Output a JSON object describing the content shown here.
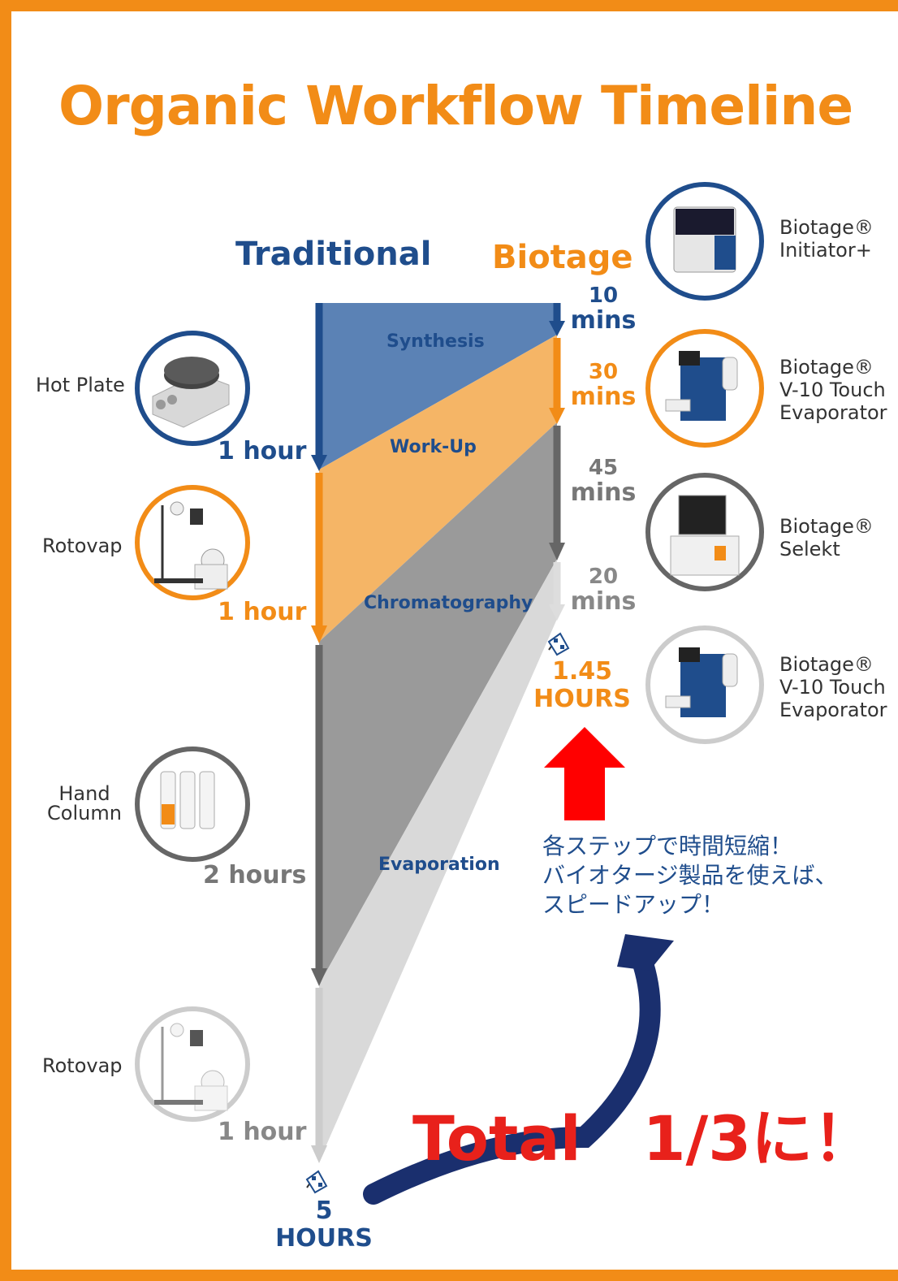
{
  "title": "Organic Workflow Timeline",
  "columns": {
    "traditional": "Traditional",
    "biotage": "Biotage"
  },
  "steps": {
    "synthesis": "Synthesis",
    "workup": "Work-Up",
    "chromatography": "Chromatography",
    "evaporation": "Evaporation"
  },
  "traditional": [
    {
      "device": "Hot Plate",
      "time": "1 hour"
    },
    {
      "device": "Rotovap",
      "time": "1 hour"
    },
    {
      "device_line1": "Hand",
      "device_line2": "Column",
      "time": "2 hours"
    },
    {
      "device": "Rotovap",
      "time": "1 hour"
    }
  ],
  "traditional_total": {
    "value": "5",
    "unit": "HOURS"
  },
  "biotage": [
    {
      "time_value": "10",
      "time_unit": "mins",
      "product_line1": "Biotage®",
      "product_line2": "Initiator+"
    },
    {
      "time_value": "30",
      "time_unit": "mins",
      "product_line1": "Biotage®",
      "product_line2": "V-10 Touch",
      "product_line3": "Evaporator"
    },
    {
      "time_value": "45",
      "time_unit": "mins",
      "product_line1": "Biotage®",
      "product_line2": "Selekt"
    },
    {
      "time_value": "20",
      "time_unit": "mins",
      "product_line1": "Biotage®",
      "product_line2": "V-10 Touch",
      "product_line3": "Evaporator"
    }
  ],
  "biotage_total": {
    "value": "1.45",
    "unit": "HOURS"
  },
  "note": {
    "line1": "各ステップで時間短縮！",
    "line2": "バイオタージ製品を使えば、",
    "line3": "スピードアップ！"
  },
  "total": "Total　1/3に！",
  "colors": {
    "orange": "#f28c17",
    "navy": "#1f4d8c",
    "synthesis_fill": "#5b82b5",
    "workup_fill": "#f5b566",
    "chromatography_fill": "#9a9a9a",
    "evaporation_fill": "#d9d9d9",
    "red": "#e8211b"
  }
}
